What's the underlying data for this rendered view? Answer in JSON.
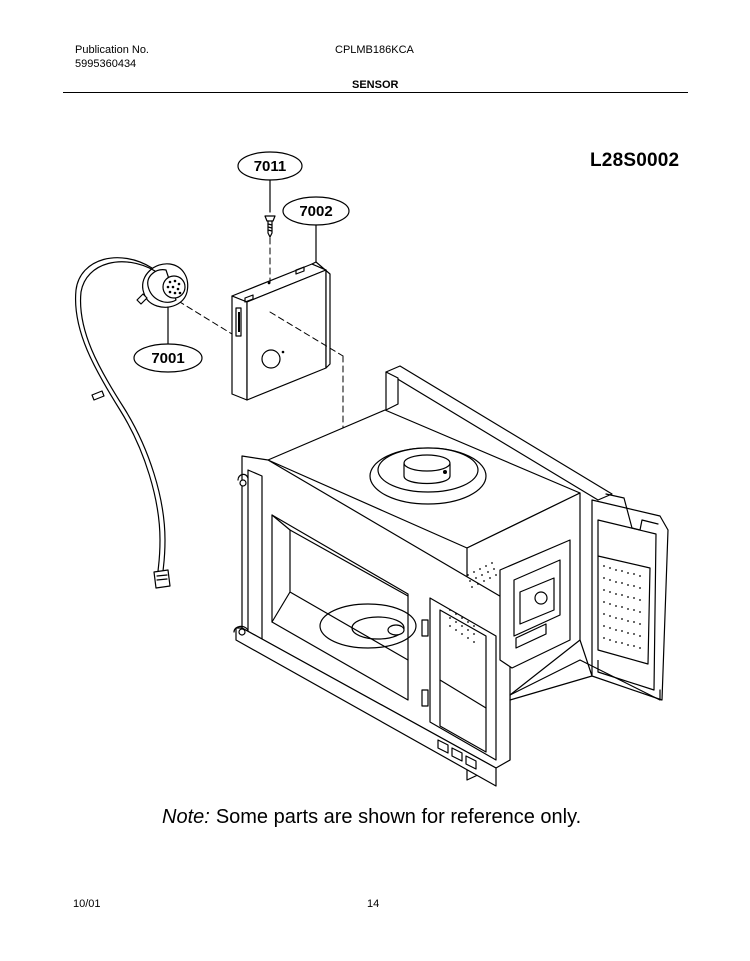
{
  "header": {
    "publication_label": "Publication No.",
    "publication_number": "5995360434",
    "model": "CPLMB186KCA",
    "section": "SENSOR"
  },
  "diagram": {
    "id": "L28S0002",
    "callouts": {
      "screw": "7011",
      "bracket": "7002",
      "sensor": "7001"
    }
  },
  "note": {
    "prefix": "Note:",
    "text": "Some parts are shown for reference only."
  },
  "footer": {
    "date": "10/01",
    "page": "14"
  }
}
